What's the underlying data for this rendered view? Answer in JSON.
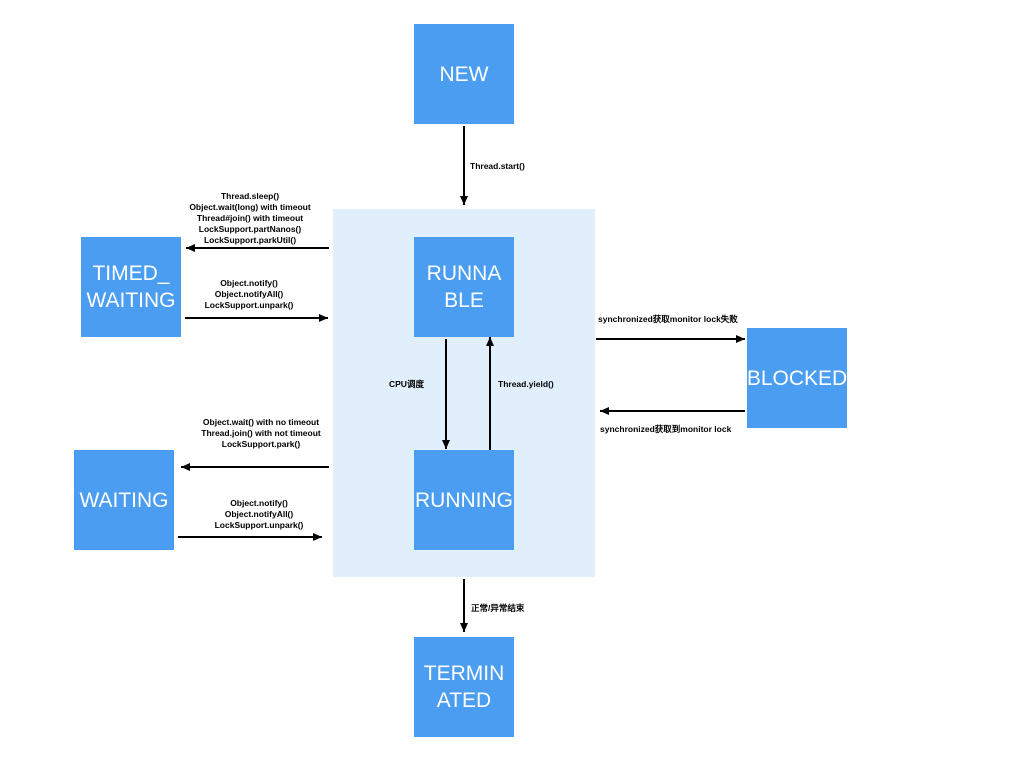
{
  "states": {
    "new": [
      "NEW"
    ],
    "runnable": [
      "RUNNA",
      "BLE"
    ],
    "running": [
      "RUNNING"
    ],
    "timed_waiting": [
      "TIMED_",
      "WAITING"
    ],
    "waiting": [
      "WAITING"
    ],
    "blocked": [
      "BLOCKED"
    ],
    "terminated": [
      "TERMIN",
      "ATED"
    ]
  },
  "labels": {
    "start": [
      "Thread.start()"
    ],
    "to_timed_waiting": [
      "Thread.sleep()",
      "Object.wait(long) with timeout",
      "Thread#join() with timeout",
      "LockSupport.partNanos()",
      "LockSupport.parkUtil()"
    ],
    "from_timed_waiting": [
      "Object.notify()",
      "Object.notifyAll()",
      "LockSupport.unpark()"
    ],
    "to_waiting": [
      "Object.wait() with no timeout",
      "Thread.join() with not timeout",
      "LockSupport.park()"
    ],
    "from_waiting": [
      "Object.notify()",
      "Object.notifyAll()",
      "LockSupport.unpark()"
    ],
    "cpu_schedule": [
      "CPU调度"
    ],
    "yield": [
      "Thread.yield()"
    ],
    "to_blocked": [
      "synchronized获取monitor lock失败"
    ],
    "from_blocked": [
      "synchronized获取到monitor lock"
    ],
    "terminate": [
      "正常/异常结束"
    ]
  },
  "colors": {
    "state_fill": "#4a9df0",
    "group_fill": "#e1effc",
    "arrow": "#000000"
  }
}
